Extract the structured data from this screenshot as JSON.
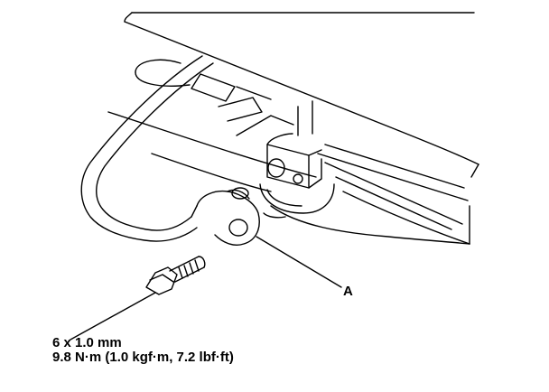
{
  "callouts": {
    "part_letter": "A",
    "bolt_size": "6 x 1.0 mm",
    "torque": "9.8 N·m (1.0 kgf·m, 7.2 lbf·ft)"
  },
  "colors": {
    "line": "#000000",
    "background": "#ffffff"
  }
}
